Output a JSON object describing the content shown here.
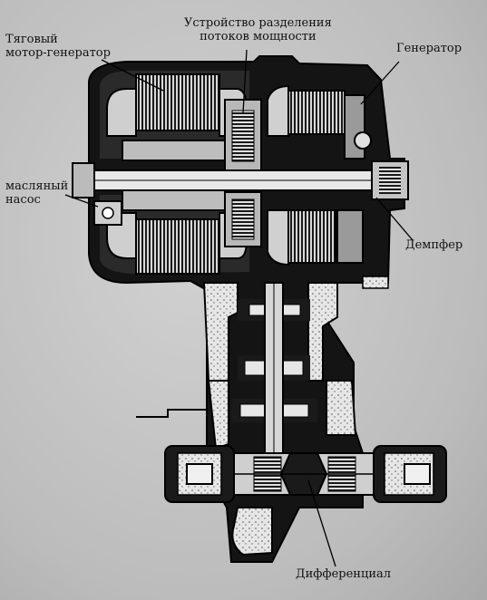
{
  "labels": {
    "traction_motor": [
      "Тяговый",
      "мотор-генератор"
    ],
    "power_split": [
      "Устройство разделения",
      "потоков мощности"
    ],
    "generator": "Генератор",
    "oil_pump": [
      "масляный",
      "насос"
    ],
    "damper": "Демпфер",
    "differential": "Дифференциал"
  }
}
